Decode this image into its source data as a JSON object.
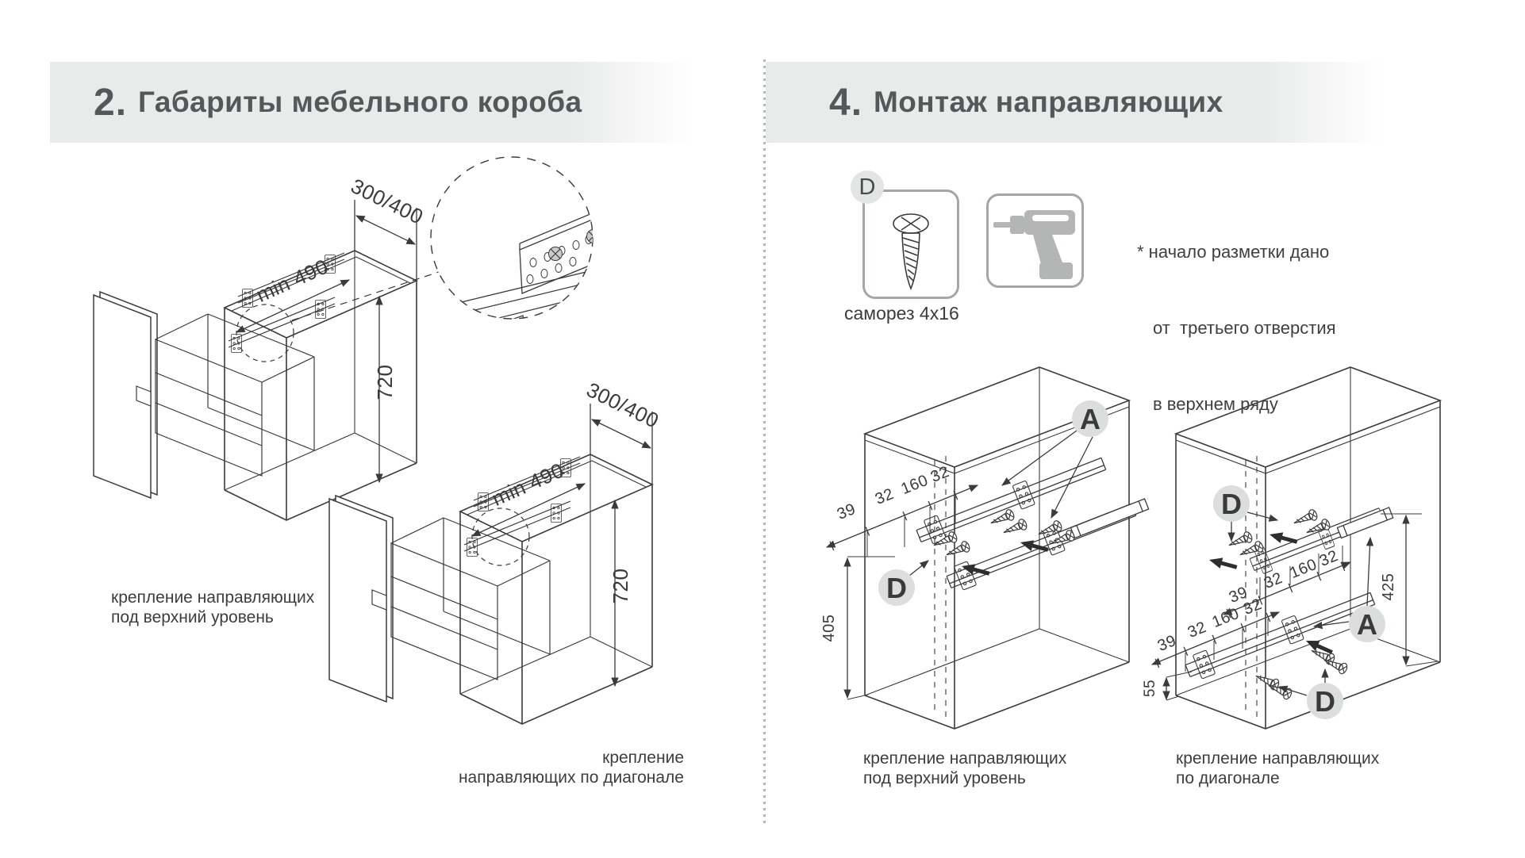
{
  "colors": {
    "line": "#3b3b3b",
    "band": "#e9ebea",
    "label_circle": "#dcdedd",
    "icon_gray": "#b4b6b6",
    "title_text": "#56575a"
  },
  "left_panel": {
    "title": {
      "number": "2.",
      "text": "Габариты мебельного короба"
    },
    "top_drawing": {
      "dims": {
        "width": "300/400",
        "depth": "min 490",
        "height": "720"
      },
      "caption": [
        "крепление направляющих",
        "под верхний уровень"
      ]
    },
    "bottom_drawing": {
      "dims": {
        "width": "300/400",
        "depth": "min 490",
        "height": "720"
      },
      "caption": [
        "крепление",
        "направляющих по диагонале"
      ]
    }
  },
  "right_panel": {
    "title": {
      "number": "4.",
      "text": "Монтаж направляющих"
    },
    "hardware": {
      "badge": "D",
      "caption": "саморез 4x16",
      "screw_icon": "phillips-screw-icon",
      "drill_icon": "power-drill-icon"
    },
    "note": {
      "lines": [
        "* начало разметки дано",
        "от  третьего отверстия",
        "в верхнем ряду"
      ]
    },
    "top_level_drawing": {
      "labels": {
        "a": "A",
        "d": "D"
      },
      "dims": [
        "39",
        "32",
        "160",
        "32"
      ],
      "height_dim": "405",
      "caption": [
        "крепление направляющих",
        "под верхний уровень"
      ]
    },
    "diagonal_drawing": {
      "labels": {
        "a": "A",
        "d_top": "D",
        "d_bottom": "D"
      },
      "upper_dims": [
        "39",
        "32",
        "160",
        "32"
      ],
      "lower_dims": [
        "39",
        "32",
        "160",
        "32"
      ],
      "height_dim": "425",
      "bottom_offset_dim": "55",
      "caption": [
        "крепление направляющих",
        "по диагонале"
      ]
    }
  }
}
